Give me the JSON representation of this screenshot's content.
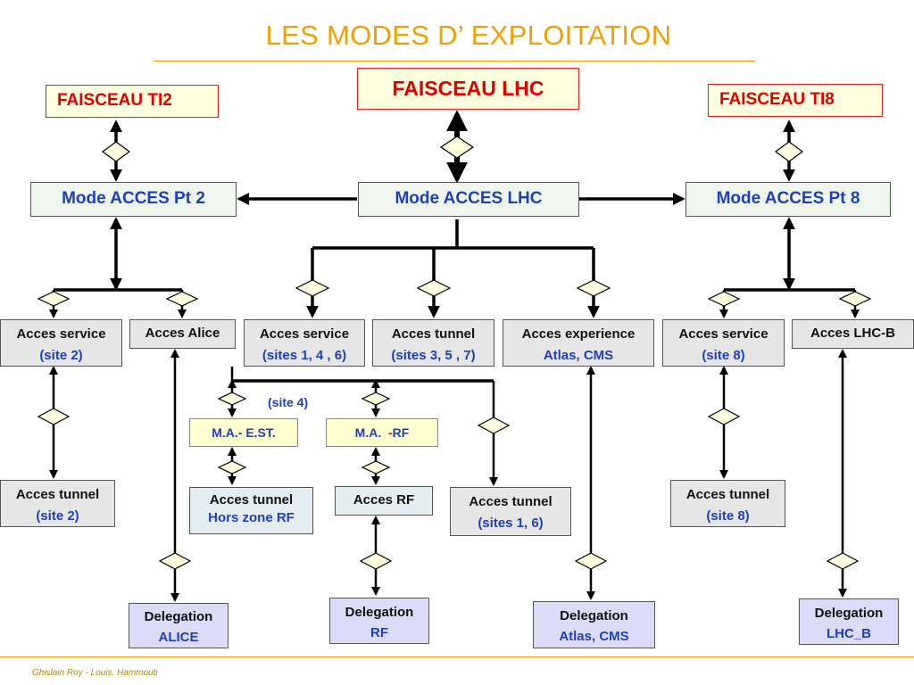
{
  "title": "LES MODES D’ EXPLOITATION",
  "footer": "Ghislain Roy  - Louis. Hammouti",
  "beams": {
    "ti2": "FAISCEAU TI2",
    "lhc": "FAISCEAU LHC",
    "ti8": "FAISCEAU TI8"
  },
  "modes": {
    "pt2": "Mode ACCES Pt 2",
    "lhc": "Mode ACCES LHC",
    "pt8": "Mode ACCES Pt 8"
  },
  "access": {
    "service_pt2": {
      "label": "Acces service",
      "sub": "(site 2)"
    },
    "alice": {
      "label": "Acces Alice"
    },
    "service_lhc": {
      "label": "Acces service",
      "sub": "(sites 1,  4 , 6)"
    },
    "tunnel_lhc": {
      "label": "Acces tunnel",
      "sub": "(sites 3,  5 , 7)"
    },
    "experience": {
      "label": "Acces experience",
      "sub": "Atlas, CMS"
    },
    "service_pt8": {
      "label": "Acces service",
      "sub": "(site 8)"
    },
    "lhcb": {
      "label": "Acces LHC-B"
    }
  },
  "site4_label": "(site 4)",
  "ma": {
    "est": "M.A.- E.ST.",
    "rf_prefix": "M.A.  ",
    "rf_dash": "-",
    "rf_suffix": "RF"
  },
  "lower": {
    "tunnel_site2": {
      "label": "Acces tunnel",
      "sub": "(site 2)"
    },
    "tunnel_hors_rf": {
      "label": "Acces tunnel",
      "sub": "Hors zone RF"
    },
    "rf": {
      "label": "Acces RF"
    },
    "tunnel_sites16": {
      "label": "Acces tunnel",
      "sub": "(sites 1, 6)"
    },
    "tunnel_site8": {
      "label": "Acces tunnel",
      "sub": "(site 8)"
    }
  },
  "delegations": {
    "alice": {
      "label": "Delegation",
      "sub": "ALICE"
    },
    "rf": {
      "label": "Delegation",
      "sub": "RF"
    },
    "atlas_cms": {
      "label": "Delegation",
      "sub": "Atlas, CMS"
    },
    "lhcb": {
      "label": "Delegation",
      "sub": "LHC_B"
    }
  },
  "colors": {
    "title": "#f0a000",
    "beam_border": "#e02020",
    "mode_text": "#1f3fbf",
    "connector": "#000000",
    "diamond_fill": "#ffffe0"
  }
}
